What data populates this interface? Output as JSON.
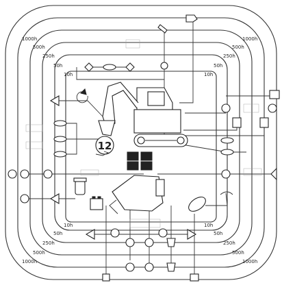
{
  "interval_labels": {
    "top_left": [
      "1000h",
      "500h",
      "250h",
      "50h",
      "10h"
    ],
    "top_right": [
      "1000h",
      "500h",
      "250h",
      "50h",
      "10h"
    ],
    "bottom_left": [
      "1000h",
      "500h",
      "250h",
      "50h",
      "10h"
    ],
    "bottom_right": [
      "1000h",
      "500h",
      "250h",
      "50h",
      "10h"
    ]
  },
  "badge_number": "12",
  "hour_suffix": "h",
  "colors": {
    "line": "#333333",
    "icon_dark": "#222222",
    "background": "#ffffff"
  }
}
